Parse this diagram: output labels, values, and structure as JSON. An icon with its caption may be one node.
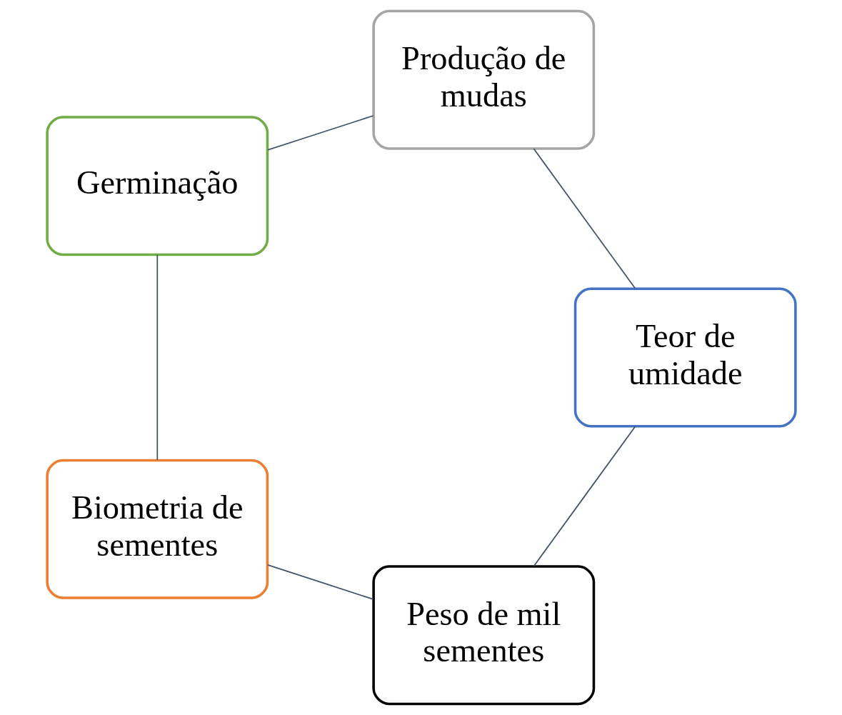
{
  "diagram": {
    "nodes": [
      {
        "text": [
          "Peso de mil sementes"
        ]
      },
      {
        "text": [
          "Biometria de sementes"
        ]
      },
      {
        "text": [
          "Germinação"
        ]
      },
      {
        "text": [
          "Produção de mudas"
        ]
      },
      {
        "text": [
          "Teor de umidade"
        ]
      }
    ],
    "edges": [
      {
        "from": 0,
        "to": 1,
        "arrow": "none"
      },
      {
        "from": 1,
        "to": 2,
        "arrow": "none"
      },
      {
        "from": 2,
        "to": 3,
        "arrow": "none"
      },
      {
        "from": 3,
        "to": 4,
        "arrow": "none"
      },
      {
        "from": 4,
        "to": 0,
        "arrow": "none"
      }
    ]
  }
}
